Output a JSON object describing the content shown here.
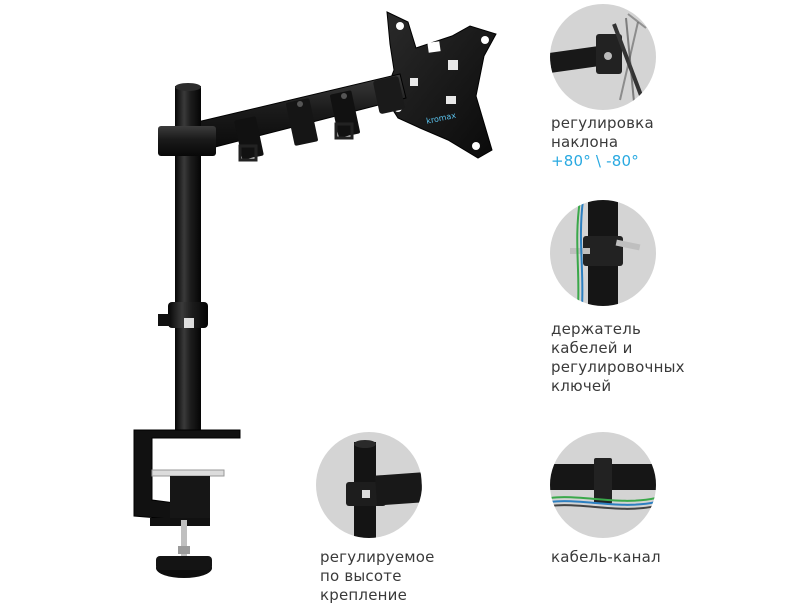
{
  "brand": {
    "logo_text": "kromax",
    "logo_color": "#5bc3ee"
  },
  "colors": {
    "accent": "#29a9e1",
    "caption_text": "#3a3a3a",
    "circle_bg": "#d4d4d4",
    "metal": "#1a1a1a"
  },
  "features": {
    "tilt": {
      "line1": "регулировка",
      "line2": "наклона",
      "range": "+80° \\ -80°",
      "icon": "tilt-joint-icon"
    },
    "cable_holder": {
      "line1": "держатель",
      "line2": "кабелей и",
      "line3": "регулировочных",
      "line4": "ключей",
      "icon": "cable-holder-icon"
    },
    "height_mount": {
      "line1": "регулируемое",
      "line2": "по высоте",
      "line3": "крепление",
      "icon": "height-clamp-icon"
    },
    "cable_channel": {
      "line1": "кабель-канал",
      "icon": "cable-channel-icon"
    }
  }
}
